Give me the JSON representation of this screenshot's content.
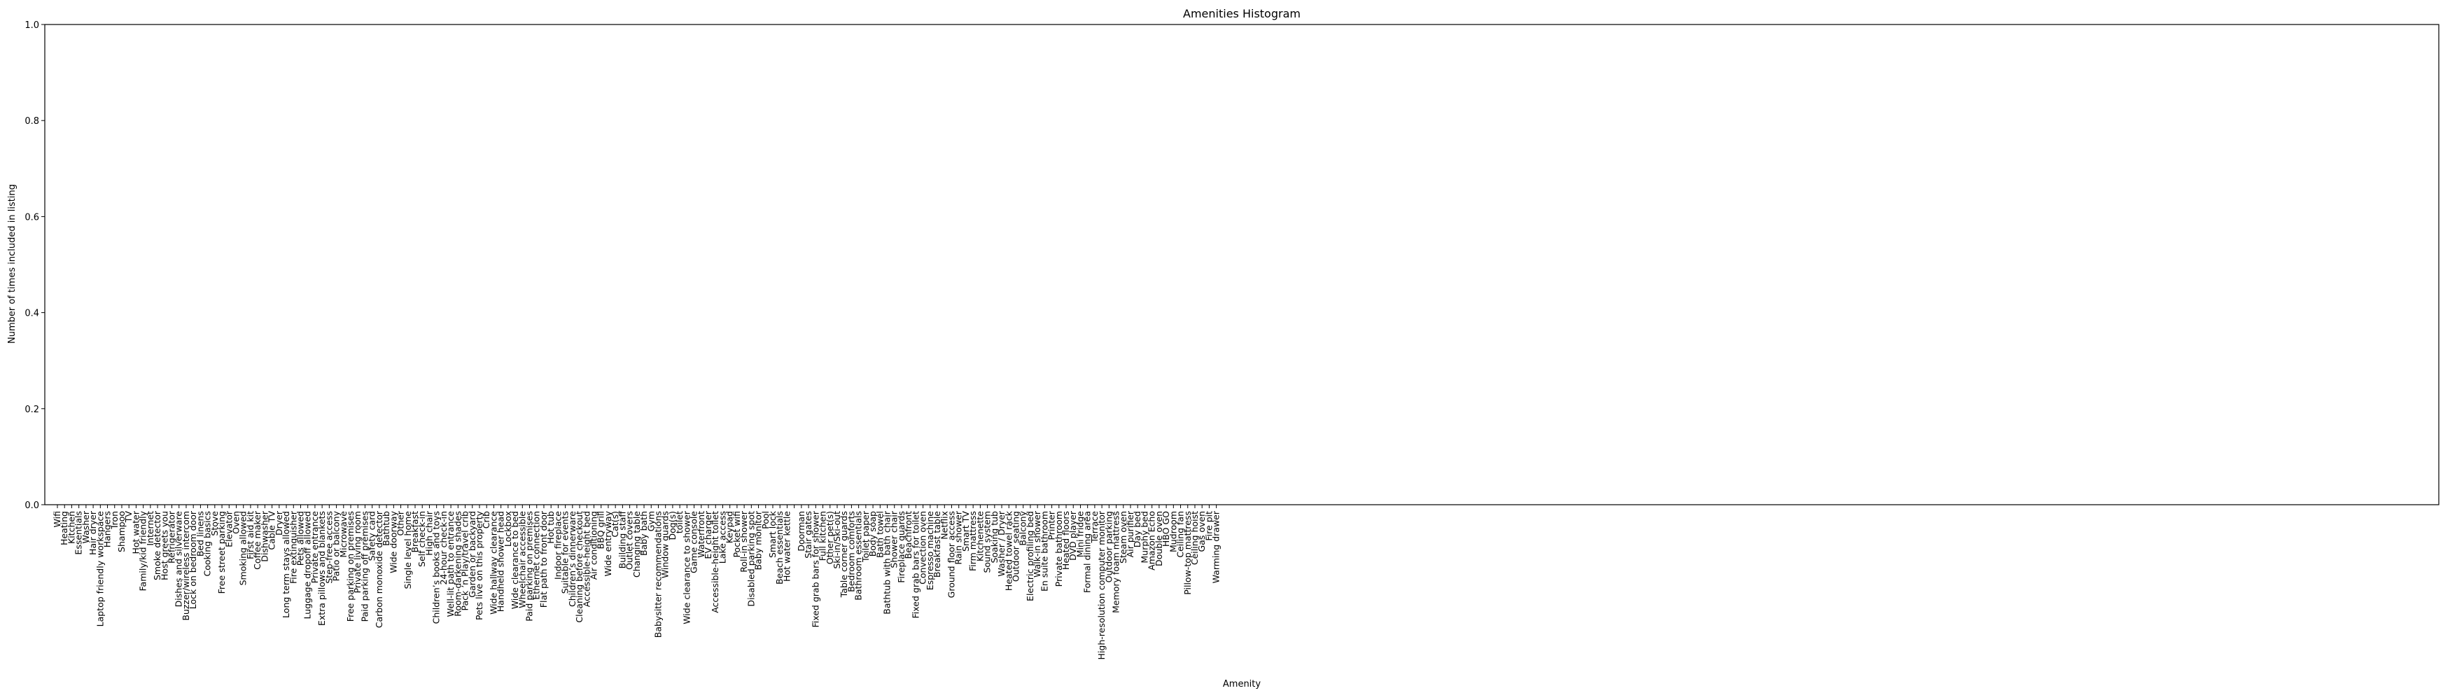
{
  "chart_data": {
    "type": "bar",
    "title": "Amenities Histogram",
    "xlabel": "Amenity",
    "ylabel": "Number of times included in listing",
    "ylim": [
      0,
      1
    ],
    "yticks": [
      "0.0",
      "0.2",
      "0.4",
      "0.6",
      "0.8",
      "1.0"
    ],
    "grid": false,
    "categories": [
      "Wifi",
      "Heating",
      "Kitchen",
      "Essentials",
      "Washer",
      "Hair dryer",
      "Laptop friendly workspace",
      "Hangers",
      "Iron",
      "Shampoo",
      "TV",
      "Hot water",
      "Family/kid friendly",
      "Internet",
      "Smoke detector",
      "Host greets you",
      "Refrigerator",
      "Dishes and silverware",
      "Buzzer/wireless intercom",
      "Lock on bedroom door",
      "Bed linens",
      "Cooking basics",
      "Stove",
      "Free street parking",
      "Elevator",
      "Oven",
      "Smoking allowed",
      "First aid kit",
      "Coffee maker",
      "Dishwasher",
      "Cable TV",
      "Dryer",
      "Long term stays allowed",
      "Fire extinguisher",
      "Pets allowed",
      "Luggage dropoff allowed",
      "Private entrance",
      "Extra pillows and blankets",
      "Step-free access",
      "Patio or balcony",
      "Microwave",
      "Free parking on premises",
      "Private living room",
      "Paid parking off premises",
      "Safety card",
      "Carbon monoxide detector",
      "Bathtub",
      "Wide doorway",
      "Other",
      "Single level home",
      "Breakfast",
      "Self check-in",
      "High chair",
      "Children’s books and toys",
      "24-hour check-in",
      "Well-lit path to entrance",
      "Room-darkening shades",
      "Pack ’n Play/travel crib",
      "Garden or backyard",
      "Pets live on this property",
      "Crib",
      "Wide hallway clearance",
      "Handheld shower head",
      "Lockbox",
      "Wide clearance to bed",
      "Wheelchair accessible",
      "Paid parking on premises",
      "Ethernet connection",
      "Flat path to front door",
      "Hot tub",
      "Indoor fireplace",
      "Suitable for events",
      "Children’s dinnerware",
      "Cleaning before checkout",
      "Accessible-height bed",
      "Air conditioning",
      "BBQ grill",
      "Wide entryway",
      "Cat(s)",
      "Building staff",
      "Outlet covers",
      "Changing table",
      "Baby bath",
      "Gym",
      "Babysitter recommendations",
      "Window guards",
      "Dog(s)",
      "toilet",
      "Wide clearance to shower",
      "Game console",
      "Waterfront",
      "EV charger",
      "Accessible-height toilet",
      "Lake access",
      "Keypad",
      "Pocket wifi",
      "Roll-in shower",
      "Disabled parking spot",
      "Baby monitor",
      "Pool",
      "Smart lock",
      "Beach essentials",
      "Hot water kettle",
      "",
      "Doorman",
      "Stair gates",
      "Fixed grab bars for shower",
      "Full kitchen",
      "Other pet(s)",
      "Ski-in/Ski-out",
      "Table corner guards",
      "Bedroom comforts",
      "Bathroom essentials",
      "Toilet paper",
      "Body soap",
      "Bath towel",
      "Bathtub with bath chair",
      "Shower chair",
      "Fireplace guards",
      "Beachfront",
      "Fixed grab bars for toilet",
      "Convection oven",
      "Espresso machine",
      "Breakfast table",
      "Netflix",
      "Ground floor access",
      "Rain shower",
      "Smart TV",
      "Firm mattress",
      "Kitchenette",
      "Sound system",
      "Soaking tub",
      "Washer / Dryer",
      "Heated towel rack",
      "Outdoor seating",
      "Balcony",
      "Electric profiling bed",
      "Walk-in shower",
      "En suite bathroom",
      "Printer",
      "Private bathroom",
      "Heated floors",
      "DVD player",
      "Mini fridge",
      "Formal dining area",
      "Terrace",
      "High-resolution computer monitor",
      "Outdoor parking",
      "Memory foam mattress",
      "Steam oven",
      "Air purifier",
      "Day bed",
      "Murphy bed",
      "Amazon Echo",
      "Double oven",
      "HBO GO",
      "Mudroom",
      "Ceiling fan",
      "Pillow-top mattress",
      "Ceiling hoist",
      "Gas oven",
      "Fire pit",
      "Warming drawer"
    ]
  }
}
